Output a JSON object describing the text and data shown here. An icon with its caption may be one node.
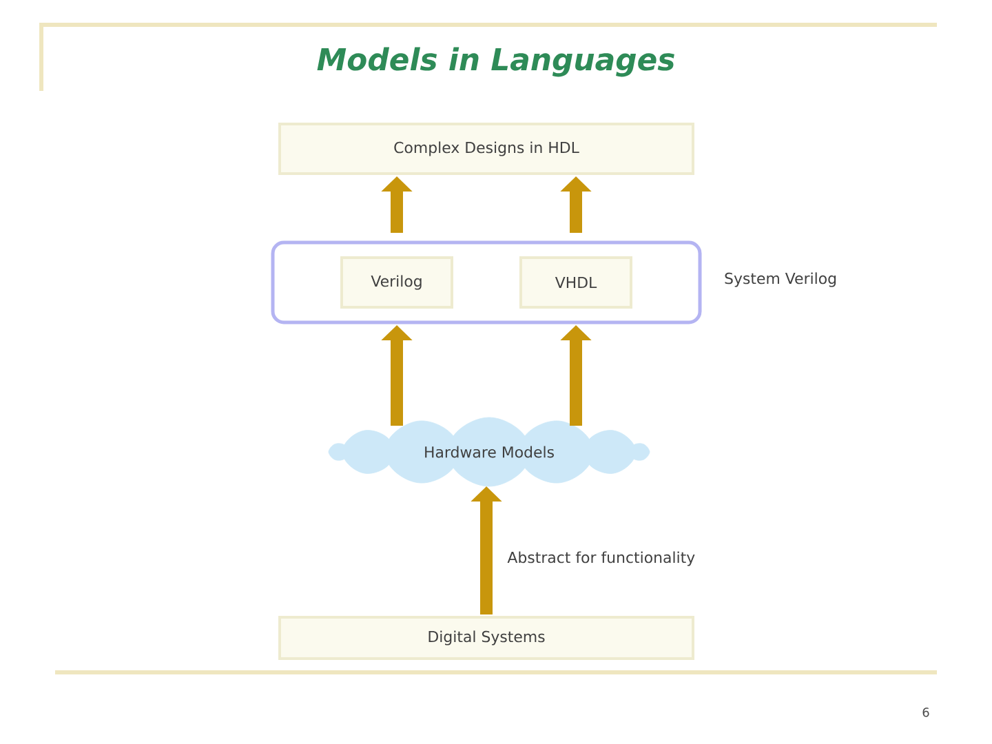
{
  "diagram": {
    "title": "Models in Languages",
    "nodes": [
      {
        "text": [
          "Complex Designs in HDL"
        ]
      },
      {
        "text": [],
        "shape": "box",
        "beside": [
          "System Verilog"
        ]
      },
      {
        "text": [
          "Verilog"
        ],
        "in": 1
      },
      {
        "text": [
          "VHDL"
        ],
        "in": 1
      },
      {
        "text": [
          "Hardware Models"
        ]
      },
      {
        "text": [
          "Digital Systems"
        ]
      }
    ],
    "edges": [
      {
        "from": 2,
        "to": 0,
        "arrow": "to"
      },
      {
        "from": 3,
        "to": 0,
        "arrow": "to"
      },
      {
        "from": 4,
        "to": 2,
        "arrow": "to"
      },
      {
        "from": 4,
        "to": 3,
        "arrow": "to"
      },
      {
        "from": 5,
        "to": 4,
        "arrow": "to",
        "label": "Abstract for functionality"
      }
    ],
    "labels": [
      "6"
    ]
  }
}
